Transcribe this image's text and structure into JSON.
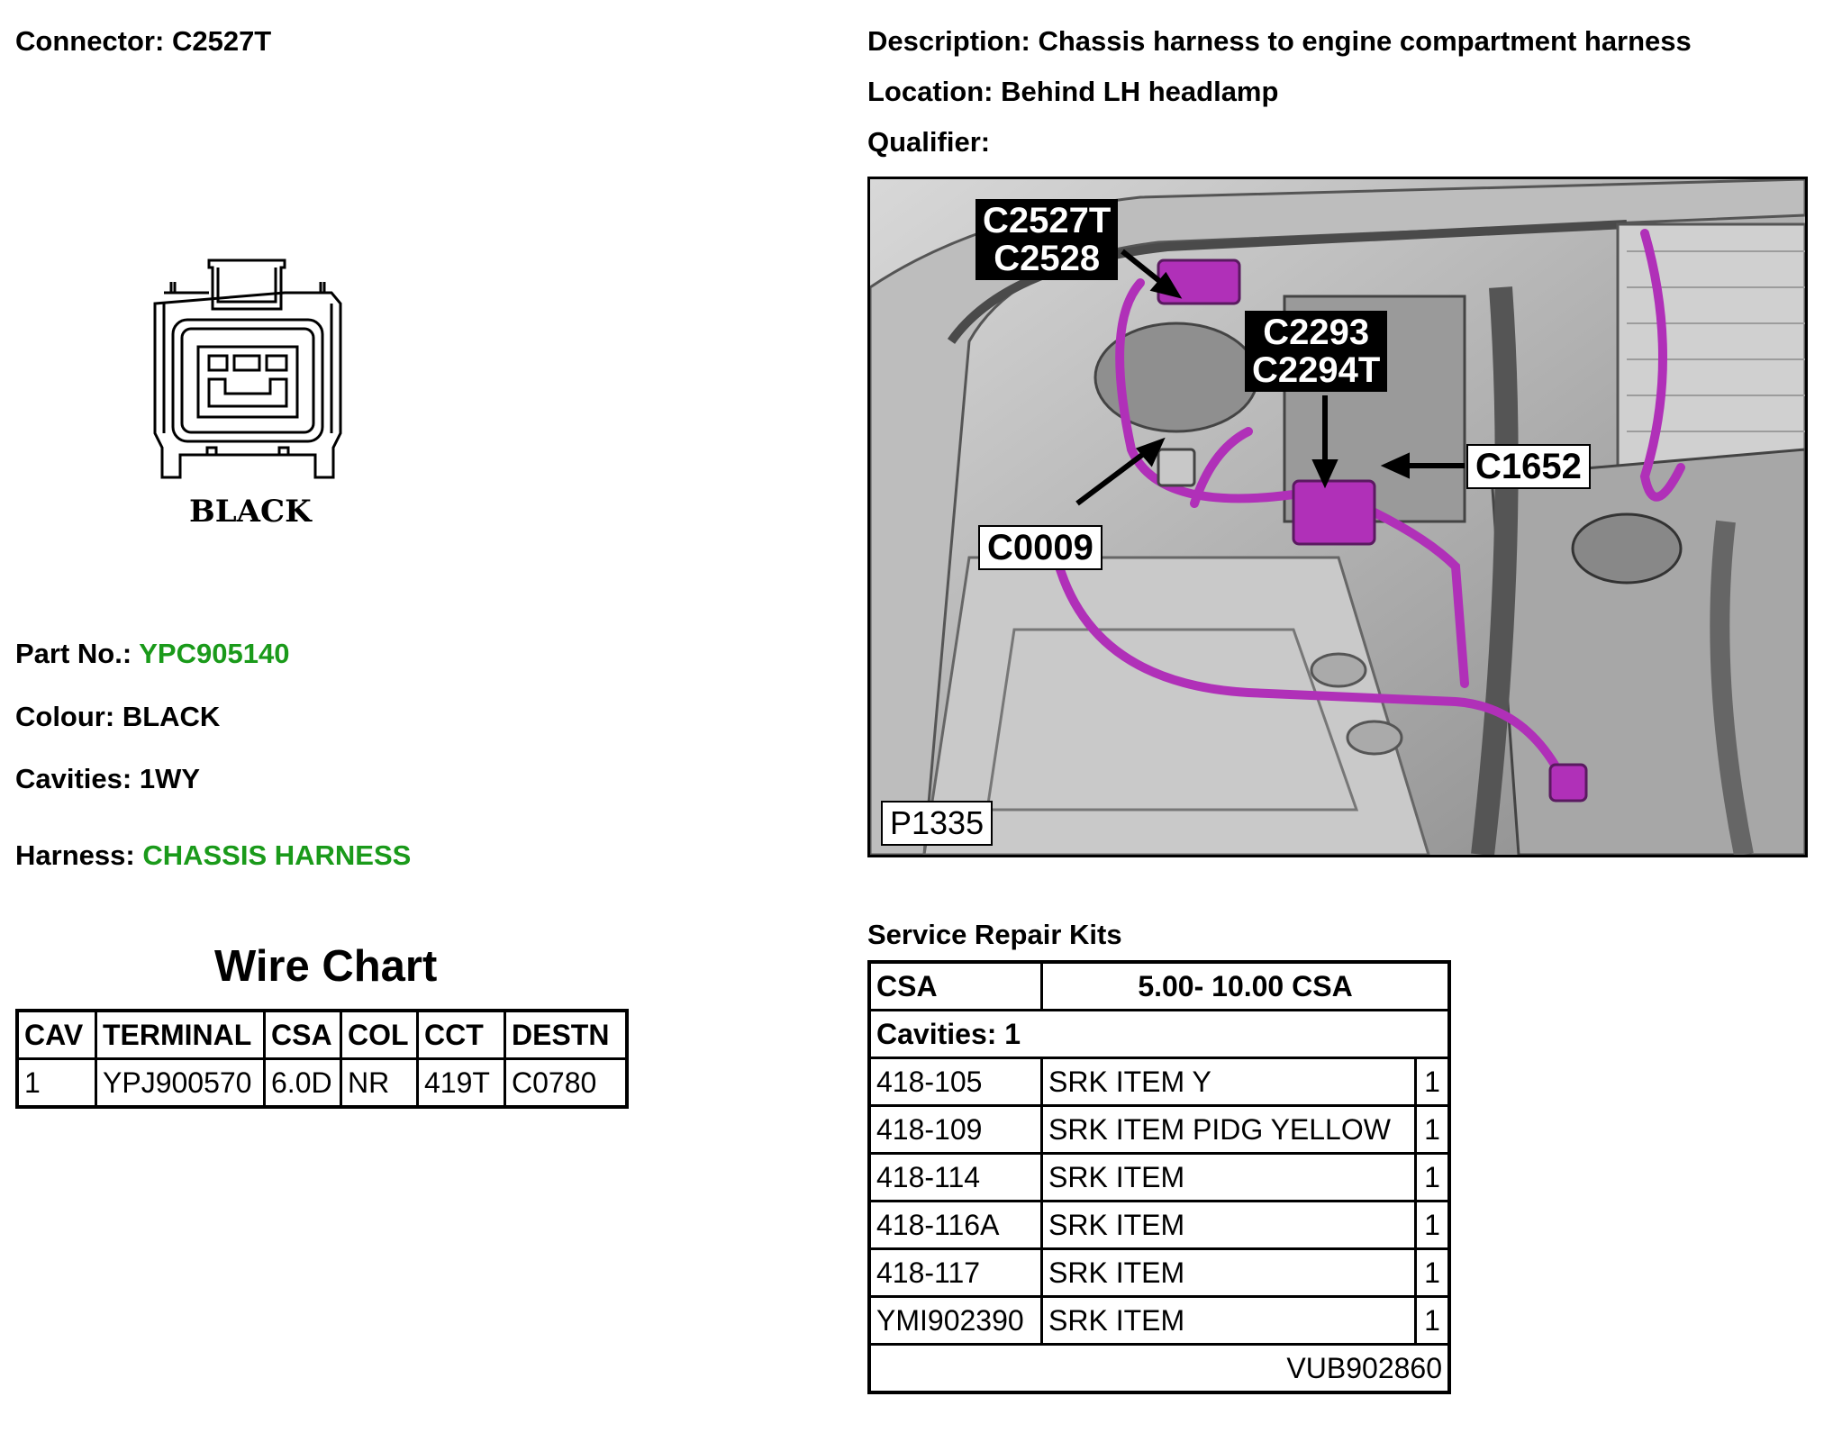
{
  "header": {
    "connector_label": "Connector:",
    "connector_value": "C2527T",
    "description_label": "Description:",
    "description_value": "Chassis harness to engine compartment harness",
    "location_label": "Location:",
    "location_value": "Behind LH headlamp",
    "qualifier_label": "Qualifier:",
    "qualifier_value": ""
  },
  "connector": {
    "colour_caption": "BLACK"
  },
  "details": {
    "part_label": "Part No.:",
    "part_value": "YPC905140",
    "colour_label": "Colour:",
    "colour_value": "BLACK",
    "cavities_label": "Cavities:",
    "cavities_value": "1WY",
    "harness_label": "Harness:",
    "harness_value": "CHASSIS HARNESS",
    "highlight_color": "#1a9a1a"
  },
  "wire_chart": {
    "title": "Wire Chart",
    "headers": [
      "CAV",
      "TERMINAL",
      "CSA",
      "COL",
      "CCT",
      "DESTN"
    ],
    "rows": [
      [
        "1",
        "YPJ900570",
        "6.0D",
        "NR",
        "419T",
        "C0780"
      ]
    ]
  },
  "location_image": {
    "callout_a_line1": "C2527T",
    "callout_a_line2": "C2528",
    "callout_b_line1": "C2293",
    "callout_b_line2": "C2294T",
    "callout_c": "C1652",
    "callout_d": "C0009",
    "image_code": "P1335",
    "harness_color": "#b030b8"
  },
  "service_repair_kits": {
    "title": "Service Repair Kits",
    "csa_label": "CSA",
    "csa_value": "5.00- 10.00 CSA",
    "cavities_row": "Cavities: 1",
    "items": [
      {
        "code": "418-105",
        "desc": "SRK ITEM Y",
        "qty": "1"
      },
      {
        "code": "418-109",
        "desc": "SRK ITEM PIDG YELLOW",
        "qty": "1"
      },
      {
        "code": "418-114",
        "desc": "SRK ITEM",
        "qty": "1"
      },
      {
        "code": "418-116A",
        "desc": "SRK ITEM",
        "qty": "1"
      },
      {
        "code": "418-117",
        "desc": "SRK ITEM",
        "qty": "1"
      },
      {
        "code": "YMI902390",
        "desc": "SRK ITEM",
        "qty": "1"
      }
    ],
    "footer_code": "VUB902860"
  }
}
